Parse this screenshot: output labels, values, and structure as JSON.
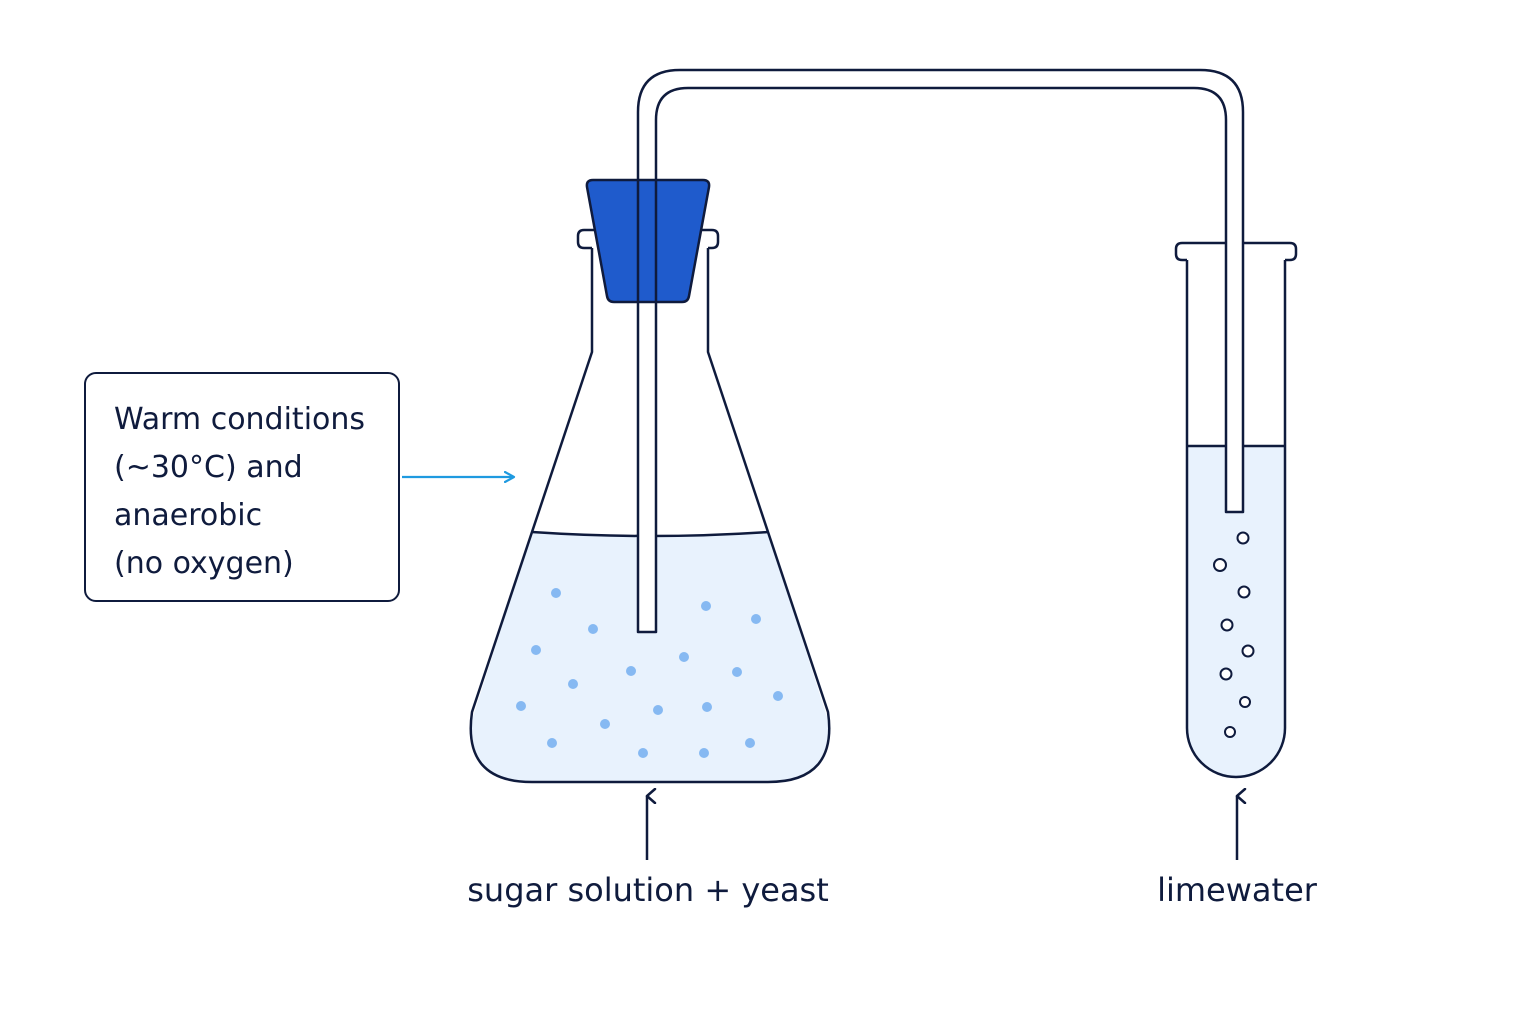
{
  "conditions": {
    "lines": [
      "Warm conditions",
      "(~30°C) and",
      "anaerobic",
      "(no oxygen)"
    ]
  },
  "labels": {
    "flask_contents": "sugar solution + yeast",
    "tube_contents": "limewater"
  },
  "colors": {
    "outline": "#0f1b3d",
    "liquid_fill": "#e8f2fd",
    "yeast_dots": "#86b9f2",
    "stopper": "#1f5bcc",
    "conditions_arrow": "#1f9ae0"
  },
  "icons": {
    "flask": "conical-flask-icon",
    "stopper": "rubber-bung-icon",
    "tube": "test-tube-icon",
    "arrow": "arrow-up-icon"
  }
}
